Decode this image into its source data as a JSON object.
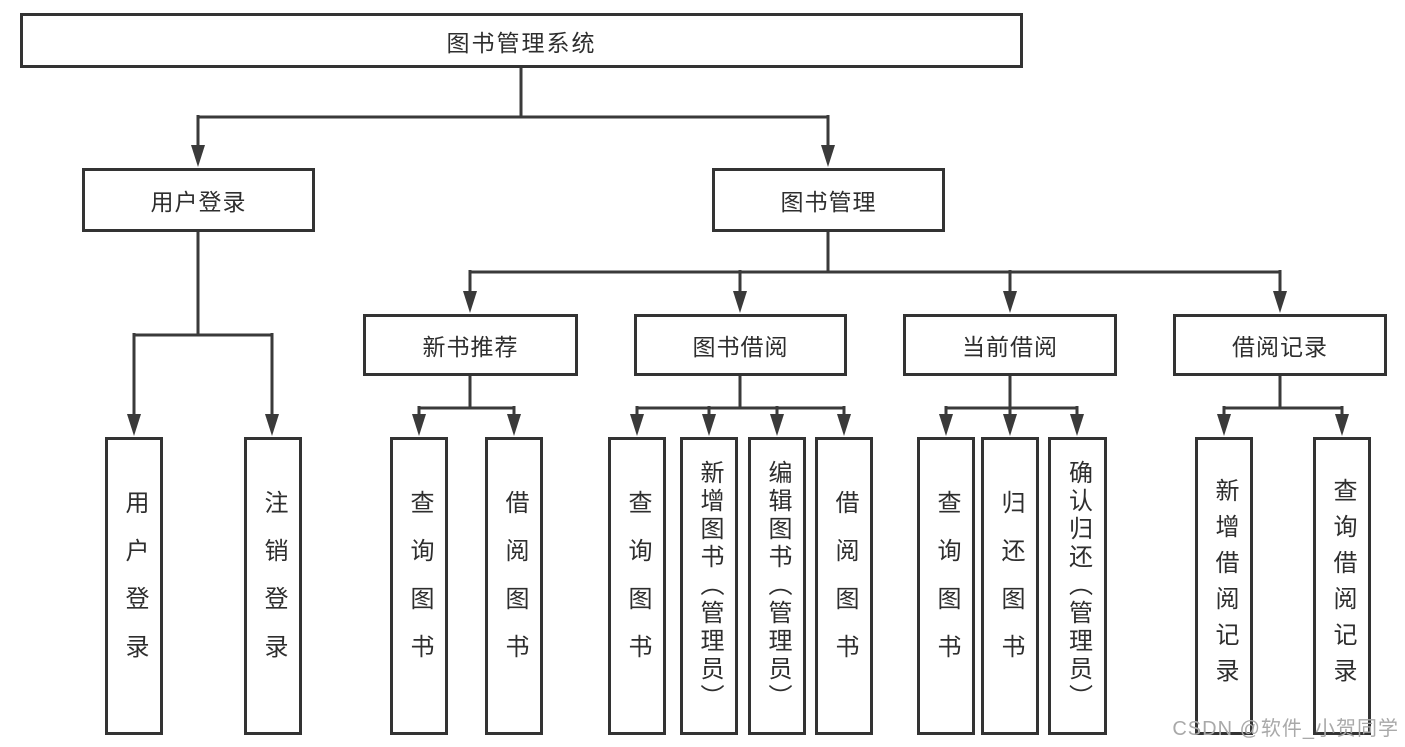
{
  "diagram_title": "图书管理系统",
  "tree": {
    "label": "图书管理系统",
    "children": [
      {
        "label": "用户登录",
        "children": [
          {
            "label": "用户登录"
          },
          {
            "label": "注销登录"
          }
        ]
      },
      {
        "label": "图书管理",
        "children": [
          {
            "label": "新书推荐",
            "children": [
              {
                "label": "查询图书"
              },
              {
                "label": "借阅图书"
              }
            ]
          },
          {
            "label": "图书借阅",
            "children": [
              {
                "label": "查询图书"
              },
              {
                "label": "新增图书（管理员）"
              },
              {
                "label": "编辑图书（管理员）"
              },
              {
                "label": "借阅图书"
              }
            ]
          },
          {
            "label": "当前借阅",
            "children": [
              {
                "label": "查询图书"
              },
              {
                "label": "归还图书"
              },
              {
                "label": "确认归还（管理员）"
              }
            ]
          },
          {
            "label": "借阅记录",
            "children": [
              {
                "label": "新增借阅记录"
              },
              {
                "label": "查询借阅记录"
              }
            ]
          }
        ]
      }
    ]
  },
  "watermark": "CSDN @软件_小贺同学",
  "colors": {
    "line": "#3a3a3a",
    "box_border": "#333333",
    "text": "#2e2e2e",
    "watermark": "#a9a9a9",
    "background": "#ffffff"
  }
}
